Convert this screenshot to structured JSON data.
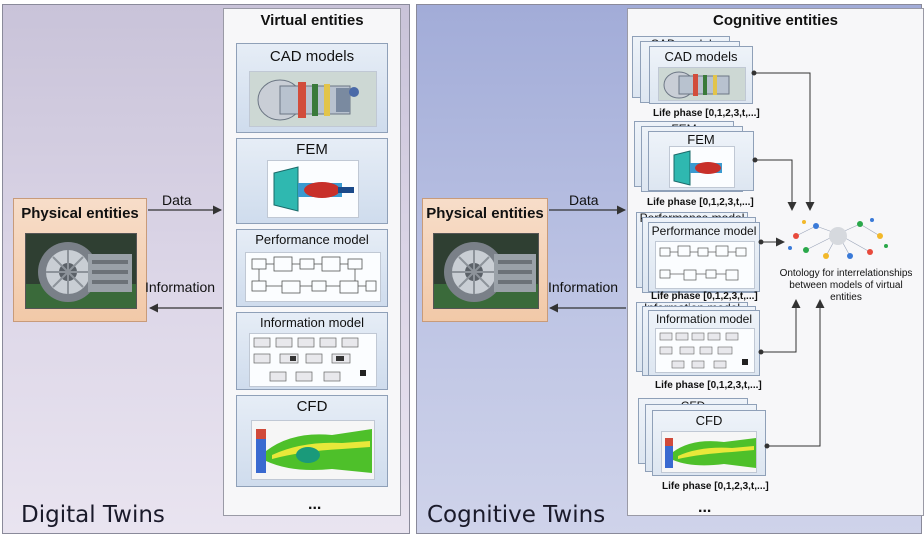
{
  "digital_twins": {
    "label": "Digital Twins",
    "physical_title": "Physical entities",
    "data_label": "Data",
    "information_label": "Information",
    "virtual_title": "Virtual entities",
    "models": [
      "CAD models",
      "FEM",
      "Performance model",
      "Information model",
      "CFD"
    ],
    "ellipsis": "..."
  },
  "cognitive_twins": {
    "label": "Cognitive Twins",
    "physical_title": "Physical entities",
    "data_label": "Data",
    "information_label": "Information",
    "cognitive_title": "Cognitive entities",
    "models": [
      "CAD models",
      "FEM",
      "Performance model",
      "Information model",
      "CFD"
    ],
    "back_labels": [
      "CAD model",
      "FEM",
      "Performance model",
      "Information model",
      "CFD"
    ],
    "life_phase": "Life phase [0,1,2,3,t,...]",
    "ontology_text": "Ontology for interrelationships between models of virtual entities",
    "ellipsis": "..."
  },
  "colors": {
    "dt_background": "#d9d3e5",
    "ct_background": "#b6bee2",
    "physical_box": "#f4d3b8",
    "model_card": "#dce6f2"
  },
  "icons": [
    "turbine-photo",
    "cad-engine-image",
    "fem-mesh-image",
    "block-diagram-image",
    "info-model-image",
    "cfd-flow-image",
    "ontology-network-icon"
  ]
}
